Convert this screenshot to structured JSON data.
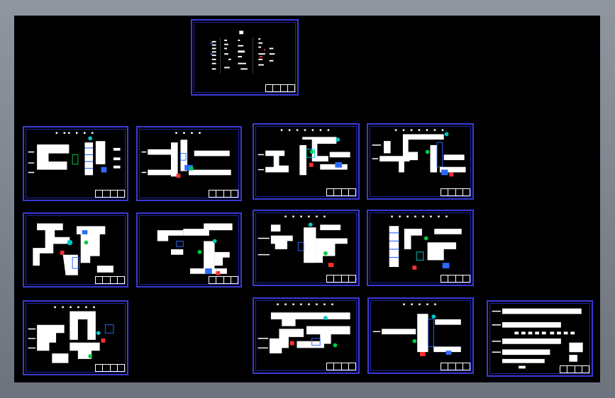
{
  "viewport": {
    "background": "#000000",
    "border_color": "#3a3ad8",
    "element_color": "#ffffff",
    "accent_colors": [
      "#2b6bff",
      "#00c8c8",
      "#00cc44",
      "#ff3030"
    ]
  },
  "sheets": [
    {
      "id": "cover",
      "kind": "index"
    },
    {
      "id": "sheet-1",
      "kind": "process"
    },
    {
      "id": "sheet-2",
      "kind": "process"
    },
    {
      "id": "sheet-3",
      "kind": "process"
    },
    {
      "id": "sheet-4",
      "kind": "process"
    },
    {
      "id": "sheet-5",
      "kind": "process"
    },
    {
      "id": "sheet-6",
      "kind": "process"
    },
    {
      "id": "sheet-7",
      "kind": "process"
    },
    {
      "id": "sheet-8",
      "kind": "process"
    },
    {
      "id": "sheet-9",
      "kind": "process"
    },
    {
      "id": "sheet-10",
      "kind": "process"
    },
    {
      "id": "sheet-11",
      "kind": "process"
    },
    {
      "id": "legend",
      "kind": "legend"
    }
  ]
}
